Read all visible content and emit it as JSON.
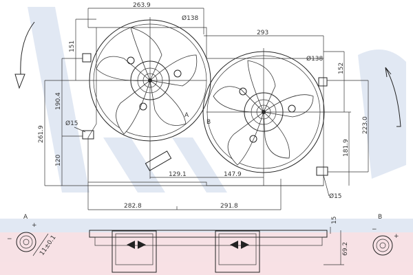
{
  "diagram": {
    "title": "Radiator cooling fan assembly, dimensioned drawing",
    "dimensions": {
      "top_width_left": "263.9",
      "top_width_right": "293",
      "fan_left_diameter": "Ø138",
      "fan_right_diameter": "Ø138",
      "left_height_151": "151",
      "left_height_190": "190.4",
      "left_height_261": "261.9",
      "left_height_120": "120",
      "left_hole_diameter": "Ø15",
      "bottom_offset_left": "129.1",
      "bottom_offset_right": "147.9",
      "bottom_width_left": "282.8",
      "bottom_width_right": "291.8",
      "right_height_152": "152",
      "right_height_223": "223.0",
      "right_height_181": "181.9",
      "right_hole_diameter": "Ø15",
      "side_thickness": "15",
      "side_depth": "69.2",
      "connector_width": "11±0.1"
    },
    "labels": {
      "fan_a": "A",
      "fan_b": "B",
      "connector_a": "A",
      "connector_b": "B",
      "plus": "+",
      "minus": "−"
    },
    "colors": {
      "watermark_blue": "#c9d6ea",
      "watermark_pink": "#f2c9d0",
      "line": "#222222"
    }
  }
}
